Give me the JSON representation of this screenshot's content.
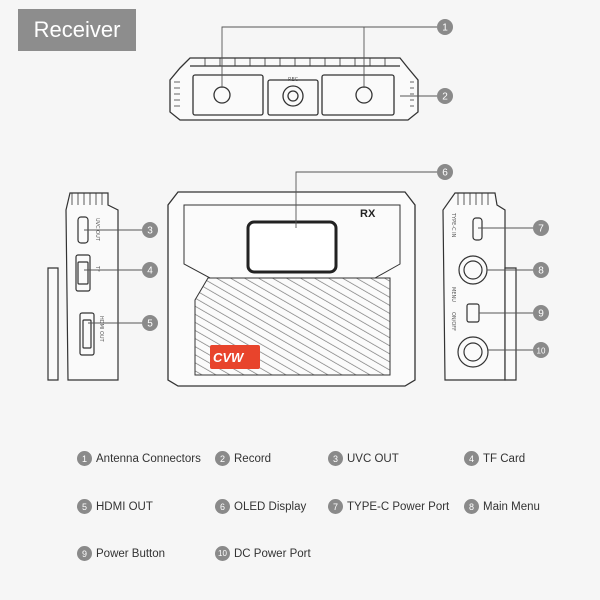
{
  "title": "Receiver",
  "device": {
    "label": "RX",
    "logo": "CVW",
    "rec_label": "REC",
    "hdmi_label": "HDMI OUT",
    "uvc_label": "UVC OUT",
    "tf_label": "TF",
    "typec_label": "TYPE-C IN",
    "menu_label": "MENU",
    "power_label": "ON/OFF"
  },
  "callouts": [
    "1",
    "2",
    "3",
    "4",
    "5",
    "6",
    "7",
    "8",
    "9",
    "10"
  ],
  "legend": [
    {
      "num": "1",
      "label": "Antenna Connectors"
    },
    {
      "num": "2",
      "label": "Record"
    },
    {
      "num": "3",
      "label": "UVC OUT"
    },
    {
      "num": "4",
      "label": "TF Card"
    },
    {
      "num": "5",
      "label": "HDMI OUT"
    },
    {
      "num": "6",
      "label": "OLED Display"
    },
    {
      "num": "7",
      "label": "TYPE-C Power Port"
    },
    {
      "num": "8",
      "label": "Main Menu"
    },
    {
      "num": "9",
      "label": "Power Button"
    },
    {
      "num": "10",
      "label": "DC Power Port"
    }
  ],
  "colors": {
    "badge": "#8a8a8a",
    "logo": "#e8442c",
    "outline": "#333333"
  }
}
